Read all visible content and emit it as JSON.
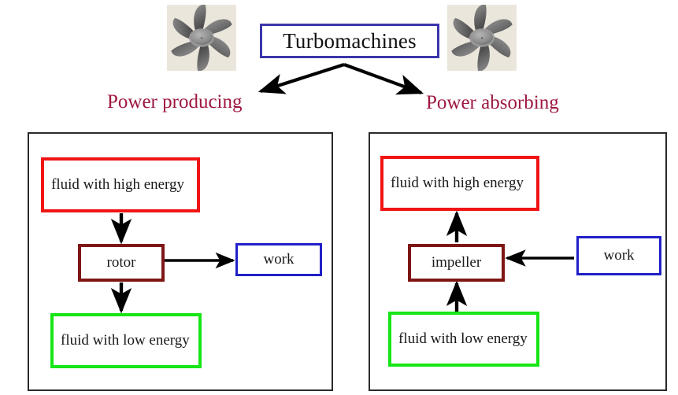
{
  "diagram": {
    "title": "Turbomachines",
    "root": {
      "label": "Turbomachines",
      "border_color": "#3b35ab"
    },
    "illustrations": [
      {
        "name": "impeller-photo-left",
        "alt": "turbomachine impeller with curved blades",
        "background": "#ebe6dc"
      },
      {
        "name": "impeller-photo-right",
        "alt": "turbomachine impeller with curved blades",
        "background": "#ebe6dc"
      }
    ],
    "branches": [
      {
        "caption": "Power producing",
        "color": "#9e1840"
      },
      {
        "caption": "Power absorbing",
        "color": "#9e1840"
      }
    ],
    "panels": [
      {
        "name": "power-producing-panel",
        "border_color": "#2a2a2a",
        "boxes": {
          "inlet": {
            "label": "fluid with high energy",
            "color": "#f01414"
          },
          "device": {
            "label": "rotor",
            "color": "#7f1616"
          },
          "work": {
            "label": "work",
            "color": "#2020c8"
          },
          "outlet": {
            "label": "fluid with low energy",
            "color": "#16e616"
          }
        },
        "flows": [
          {
            "from": "inlet",
            "to": "device",
            "direction": "down"
          },
          {
            "from": "device",
            "to": "work",
            "direction": "right"
          },
          {
            "from": "device",
            "to": "outlet",
            "direction": "down"
          }
        ]
      },
      {
        "name": "power-absorbing-panel",
        "border_color": "#2a2a2a",
        "boxes": {
          "outlet": {
            "label": "fluid with high energy",
            "color": "#f01414"
          },
          "device": {
            "label": "impeller",
            "color": "#7f1616"
          },
          "work": {
            "label": "work",
            "color": "#2020c8"
          },
          "inlet": {
            "label": "fluid with low energy",
            "color": "#16e616"
          }
        },
        "flows": [
          {
            "from": "device",
            "to": "outlet",
            "direction": "up"
          },
          {
            "from": "work",
            "to": "device",
            "direction": "left"
          },
          {
            "from": "inlet",
            "to": "device",
            "direction": "up"
          }
        ]
      }
    ]
  }
}
